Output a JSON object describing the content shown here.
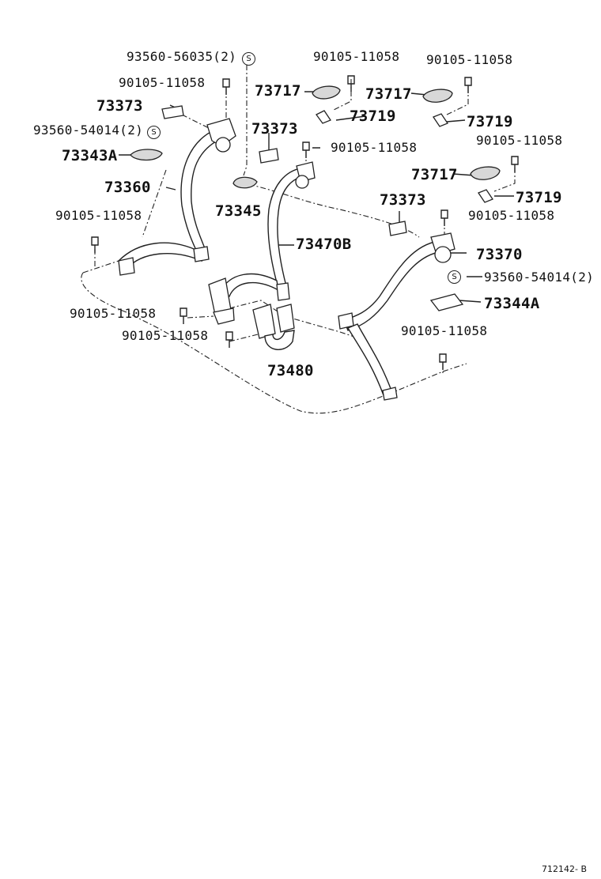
{
  "diagram": {
    "labels": {
      "l_93560_56035": "93560-56035(2)",
      "l_90105_a": "90105-11058",
      "l_90105_b": "90105-11058",
      "l_90105_c": "90105-11058",
      "l_73373_a": "73373",
      "l_93560_54014_a": "93560-54014(2)",
      "l_73343a": "73343A",
      "l_73360": "73360",
      "l_90105_d": "90105-11058",
      "l_73717_a": "73717",
      "l_73717_b": "73717",
      "l_73719_a": "73719",
      "l_73719_b": "73719",
      "l_73373_b": "73373",
      "l_90105_e": "90105-11058",
      "l_90105_f": "90105-11058",
      "l_73717_c": "73717",
      "l_73719_c": "73719",
      "l_73345": "73345",
      "l_73373_c": "73373",
      "l_90105_g": "90105-11058",
      "l_73470b": "73470B",
      "l_73370": "73370",
      "l_93560_54014_b": "93560-54014(2)",
      "l_73344a": "73344A",
      "l_90105_h": "90105-11058",
      "l_90105_i": "90105-11058",
      "l_90105_j": "90105-11058",
      "l_73480": "73480"
    },
    "s_marker": "S",
    "illustration_code": "712142- B"
  }
}
